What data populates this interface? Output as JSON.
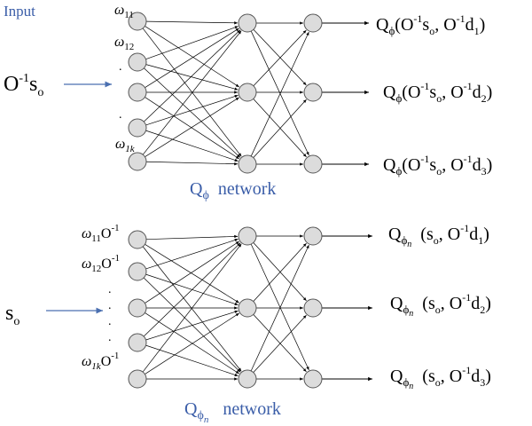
{
  "top": {
    "input_label": "Input",
    "input_state": {
      "base": "O",
      "sup": "-1",
      "main": "s",
      "sub": "o"
    },
    "weights": [
      {
        "base": "ω",
        "sub": "11"
      },
      {
        "base": "ω",
        "sub": "12"
      },
      {
        "base": "ω",
        "sub": "1k"
      }
    ],
    "network_label": {
      "base": "Q",
      "sub": "ϕ",
      "rest": "network"
    },
    "outputs": [
      {
        "q": "Q",
        "sub": "ϕ",
        "arg1": "(O",
        "arg1sup": "-1",
        "arg1b": "s",
        "arg1sub": "o",
        "arg2": ", O",
        "arg2sup": "-1",
        "arg2b": "d",
        "arg2sub": "1",
        "close": ")"
      },
      {
        "q": "Q",
        "sub": "ϕ",
        "arg1": "(O",
        "arg1sup": "-1",
        "arg1b": "s",
        "arg1sub": "o",
        "arg2": ", O",
        "arg2sup": "-1",
        "arg2b": "d",
        "arg2sub": "2",
        "close": ")"
      },
      {
        "q": "Q",
        "sub": "ϕ",
        "arg1": "(O",
        "arg1sup": "-1",
        "arg1b": "s",
        "arg1sub": "o",
        "arg2": ", O",
        "arg2sup": "-1",
        "arg2b": "d",
        "arg2sub": "3",
        "close": ")"
      }
    ]
  },
  "bottom": {
    "input_state": {
      "main": "s",
      "sub": "o"
    },
    "weights": [
      {
        "base": "ω",
        "sub": "11",
        "tail": "O",
        "tailsup": "-1"
      },
      {
        "base": "ω",
        "sub": "12",
        "tail": "O",
        "tailsup": "-1"
      },
      {
        "base": "ω",
        "sub": "1k",
        "tail": "O",
        "tailsup": "-1"
      }
    ],
    "network_label": {
      "base": "Q",
      "sub": "ϕ",
      "subsub": "n",
      "rest": "network"
    },
    "outputs": [
      {
        "q": "Q",
        "sub": "ϕ",
        "subsub": "n",
        "arg1": "(s",
        "arg1sub": "o",
        "arg2": ", O",
        "arg2sup": "-1",
        "arg2b": "d",
        "arg2sub": "1",
        "close": ")"
      },
      {
        "q": "Q",
        "sub": "ϕ",
        "subsub": "n",
        "arg1": "(s",
        "arg1sub": "o",
        "arg2": ", O",
        "arg2sup": "-1",
        "arg2b": "d",
        "arg2sub": "2",
        "close": ")"
      },
      {
        "q": "Q",
        "sub": "ϕ",
        "subsub": "n",
        "arg1": "(s",
        "arg1sub": "o",
        "arg2": ", O",
        "arg2sup": "-1",
        "arg2b": "d",
        "arg2sub": "3",
        "close": ")"
      }
    ]
  },
  "ellipsis": "."
}
